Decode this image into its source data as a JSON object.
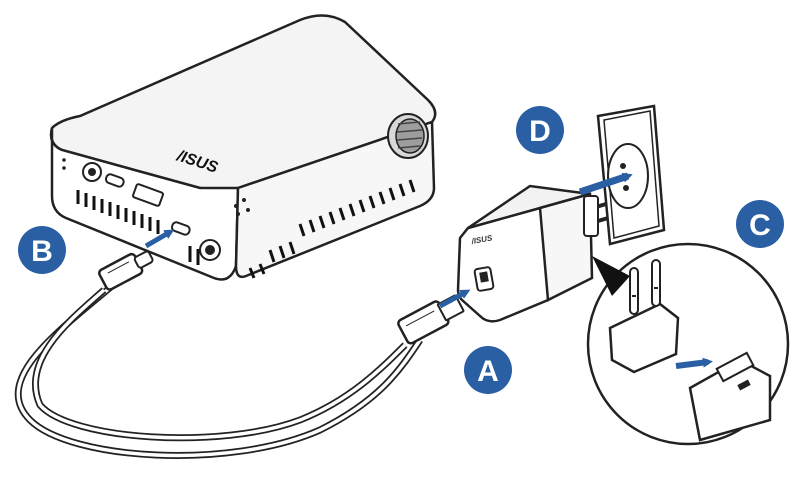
{
  "diagram": {
    "brand_logo": "/ISUS",
    "charger_logo": "/ISUS",
    "accent_color": "#2a5fa4",
    "steps": [
      {
        "id": "A",
        "label": "A"
      },
      {
        "id": "B",
        "label": "B"
      },
      {
        "id": "C",
        "label": "C"
      },
      {
        "id": "D",
        "label": "D"
      }
    ],
    "parts": [
      "projector",
      "usb-c-cable",
      "power-adapter",
      "eu-plug-adapter",
      "wall-socket"
    ]
  }
}
